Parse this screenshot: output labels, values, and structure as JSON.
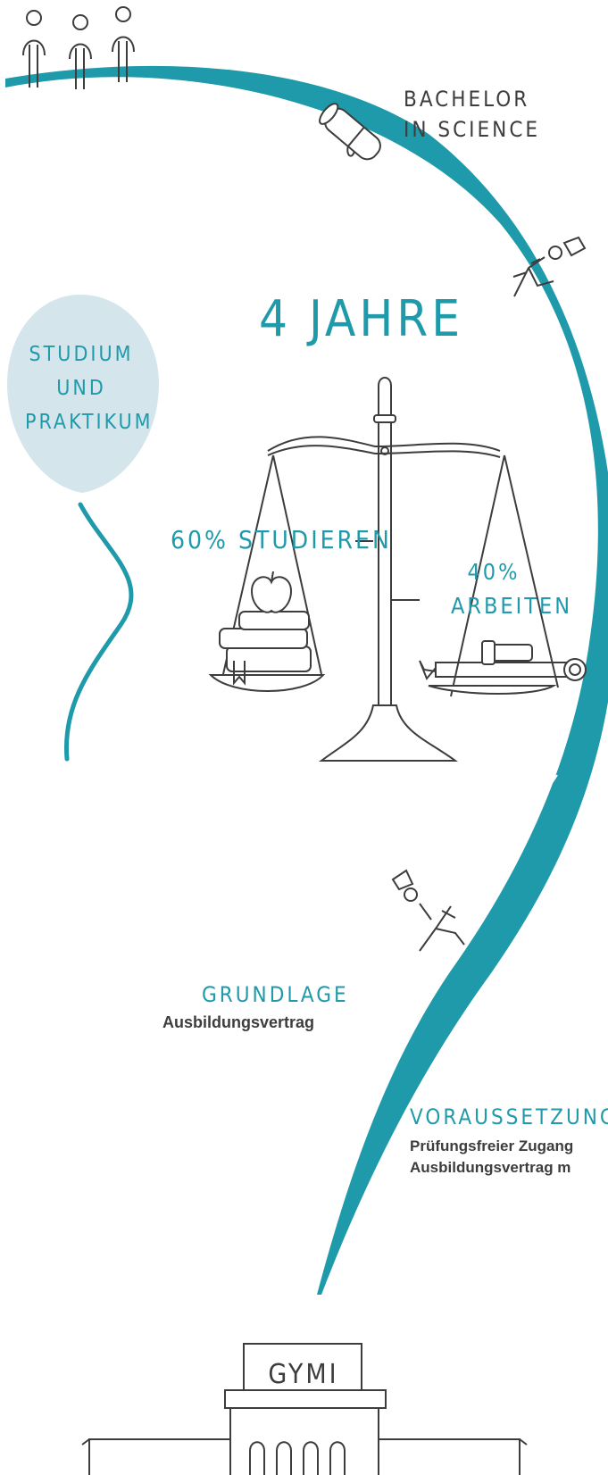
{
  "path": {
    "top_label_lines": [
      "BACHELOR",
      "IN SCIENCE"
    ],
    "duration_title": "4 JAHRE",
    "balloon_lines": [
      "STUDIUM",
      "UND",
      "PRAKTIKUM"
    ]
  },
  "scale": {
    "left_label": "60% STUDIEREN",
    "right_label_lines": [
      "40%",
      "ARBEITEN"
    ]
  },
  "grundlage": {
    "title": "GRUNDLAGE",
    "text": "Ausbildungsvertrag"
  },
  "voraussetzungen": {
    "title": "VORAUSSETZUNGE",
    "line1": "Prüfungsfreier Zugang",
    "line2": "Ausbildungsvertrag m"
  },
  "school": {
    "sign": "GYMI"
  },
  "colors": {
    "teal": "#1f9aab",
    "balloon": "#d4e6ec",
    "ink": "#3d3d3d"
  }
}
